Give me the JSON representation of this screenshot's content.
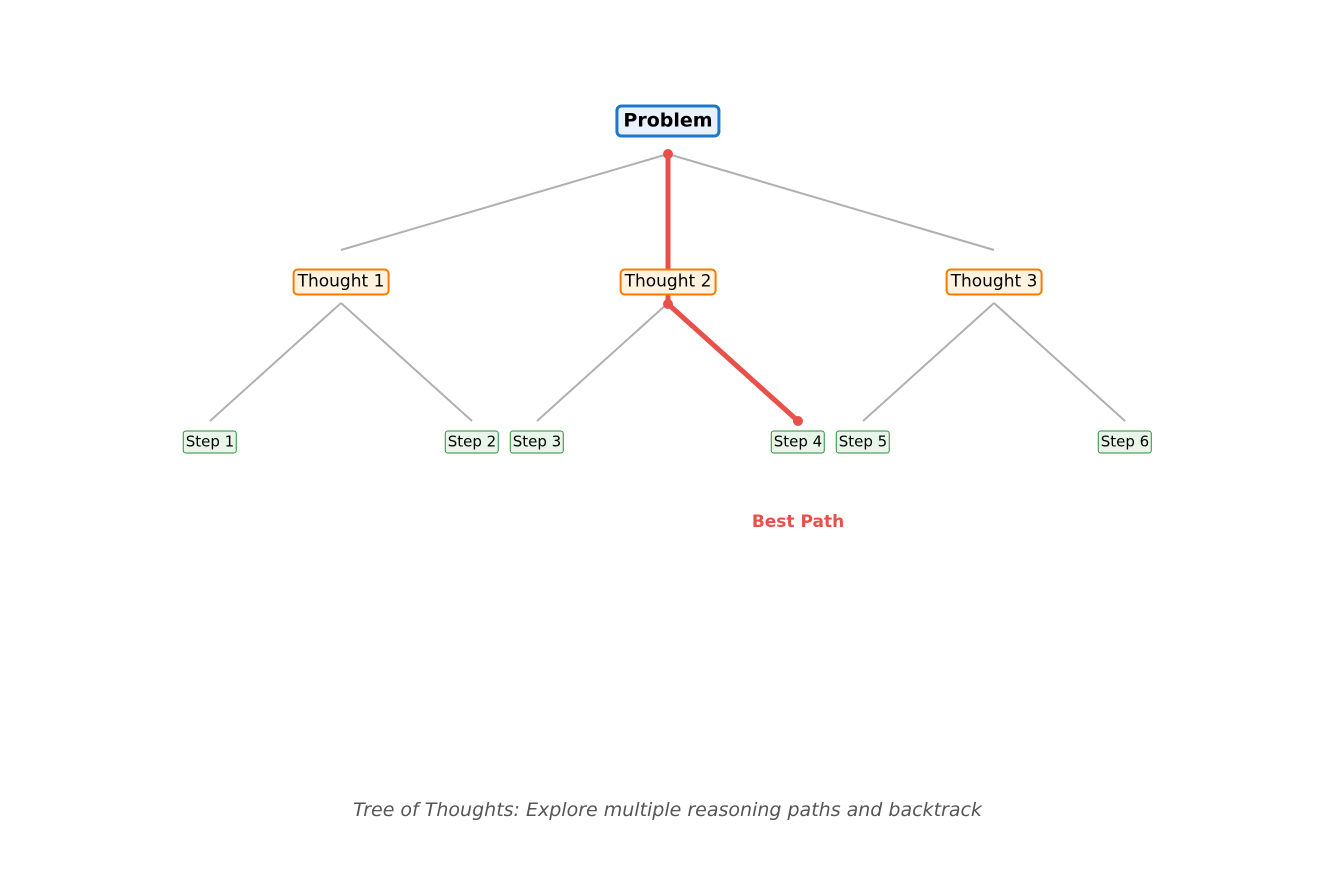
{
  "diagram": {
    "root": {
      "label": "Problem"
    },
    "thoughts": [
      {
        "label": "Thought 1"
      },
      {
        "label": "Thought 2"
      },
      {
        "label": "Thought 3"
      }
    ],
    "steps": [
      {
        "label": "Step 1"
      },
      {
        "label": "Step 2"
      },
      {
        "label": "Step 3"
      },
      {
        "label": "Step 4"
      },
      {
        "label": "Step 5"
      },
      {
        "label": "Step 6"
      }
    ],
    "best_path": {
      "label": "Best Path",
      "nodes": [
        "Problem",
        "Thought 2",
        "Step 4"
      ]
    },
    "caption": "Tree of Thoughts: Explore multiple reasoning paths and backtrack",
    "colors": {
      "root_border": "#1f77c9",
      "thought_border": "#f57c00",
      "step_border": "#2e8b3a",
      "edge": "#b0b0b0",
      "best_path": "#e8504a"
    }
  }
}
